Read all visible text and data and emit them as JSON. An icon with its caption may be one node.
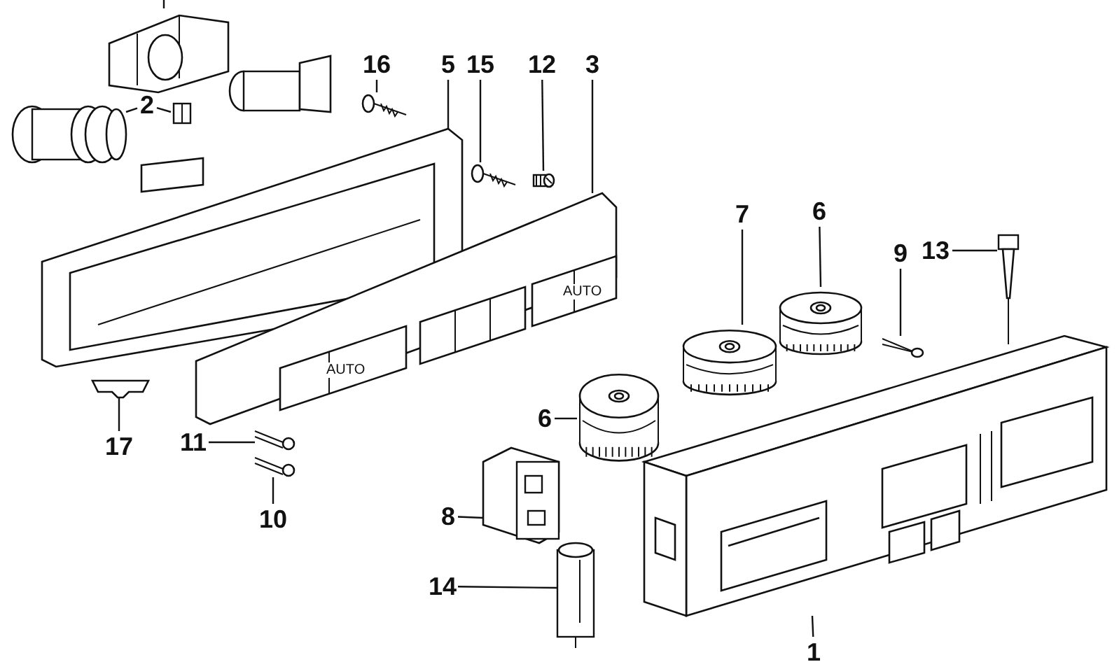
{
  "diagram": {
    "nodes": [
      {
        "text": [
          "2"
        ]
      },
      {
        "text": [
          "16"
        ]
      },
      {
        "text": [
          "5"
        ]
      },
      {
        "text": [
          "15"
        ]
      },
      {
        "text": [
          "12"
        ]
      },
      {
        "text": [
          "3"
        ]
      },
      {
        "text": [
          "7"
        ]
      },
      {
        "text": [
          "6"
        ]
      },
      {
        "text": [
          "9"
        ]
      },
      {
        "text": [
          "13"
        ]
      },
      {
        "text": [
          "6"
        ]
      },
      {
        "text": [
          "17"
        ]
      },
      {
        "text": [
          "11"
        ]
      },
      {
        "text": [
          "10"
        ]
      },
      {
        "text": [
          "8"
        ]
      },
      {
        "text": [
          "14"
        ]
      },
      {
        "text": [
          "1"
        ]
      },
      {
        "text": [],
        "shape": "picture"
      },
      {
        "text": [],
        "shape": "picture"
      },
      {
        "text": [],
        "shape": "picture"
      },
      {
        "text": [],
        "shape": "picture"
      },
      {
        "text": [],
        "shape": "picture"
      },
      {
        "text": [],
        "shape": "picture"
      },
      {
        "text": [],
        "shape": "picture"
      },
      {
        "text": [],
        "shape": "picture"
      },
      {
        "text": [],
        "shape": "picture"
      },
      {
        "text": [],
        "shape": "picture"
      },
      {
        "text": [],
        "shape": "picture"
      },
      {
        "text": [],
        "shape": "picture"
      },
      {
        "text": [],
        "shape": "picture"
      },
      {
        "text": [],
        "shape": "picture"
      },
      {
        "text": [],
        "shape": "picture"
      },
      {
        "text": [],
        "shape": "picture"
      },
      {
        "text": [],
        "shape": "picture"
      },
      {
        "text": [],
        "shape": "picture"
      },
      {
        "text": [],
        "shape": "picture"
      }
    ],
    "edges": [
      {
        "from": 0,
        "to": 18,
        "arrow": "none"
      },
      {
        "from": 0,
        "to": 19,
        "arrow": "none"
      },
      {
        "from": 1,
        "to": 20,
        "arrow": "none"
      },
      {
        "from": 2,
        "to": 21,
        "arrow": "none"
      },
      {
        "from": 3,
        "to": 22,
        "arrow": "none"
      },
      {
        "from": 4,
        "to": 23,
        "arrow": "none"
      },
      {
        "from": 5,
        "to": 24,
        "arrow": "none"
      },
      {
        "from": 6,
        "to": 25,
        "arrow": "none"
      },
      {
        "from": 7,
        "to": 26,
        "arrow": "none"
      },
      {
        "from": 8,
        "to": 27,
        "arrow": "none"
      },
      {
        "from": 9,
        "to": 28,
        "arrow": "none"
      },
      {
        "from": 10,
        "to": 29,
        "arrow": "none"
      },
      {
        "from": 11,
        "to": 30,
        "arrow": "none"
      },
      {
        "from": 12,
        "to": 31,
        "arrow": "none"
      },
      {
        "from": 13,
        "to": 32,
        "arrow": "none"
      },
      {
        "from": 14,
        "to": 33,
        "arrow": "none"
      },
      {
        "from": 15,
        "to": 34,
        "arrow": "none"
      },
      {
        "from": 16,
        "to": 35,
        "arrow": "none"
      },
      {
        "from": null,
        "to": 17,
        "arrow": "none"
      }
    ],
    "labels": [
      "AUTO",
      "AUTO"
    ]
  }
}
